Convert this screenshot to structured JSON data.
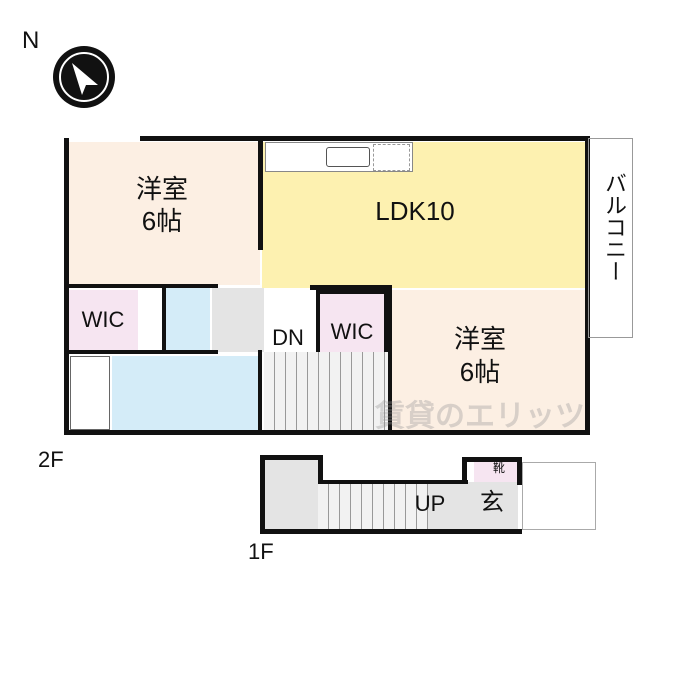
{
  "compass": {
    "label": "N"
  },
  "floors": {
    "second": "2F",
    "first": "1F"
  },
  "rooms": {
    "western_left": {
      "name": "洋室",
      "size": "6帖"
    },
    "ldk": {
      "name": "LDK10"
    },
    "western_right": {
      "name": "洋室",
      "size": "6帖"
    },
    "wic_left": "WIC",
    "wic_right": "WIC",
    "stairs_down": "DN",
    "stairs_up": "UP",
    "entrance": "玄",
    "shoe_storage": "靴",
    "balcony": "バルコニー"
  },
  "watermark": "賃貸のエリッツ",
  "colors": {
    "western": "#fcefe3",
    "ldk": "#fdf1b0",
    "wic": "#f6e5f1",
    "water": "#d4ecf8"
  }
}
